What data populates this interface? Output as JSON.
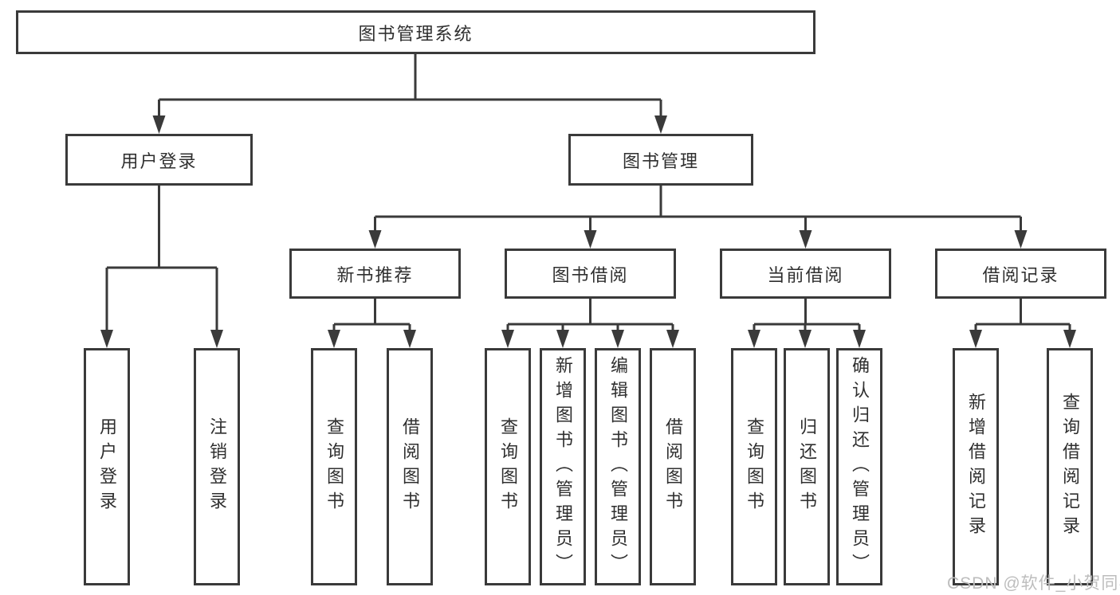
{
  "colors": {
    "line": "#3a3a3a",
    "border": "#3a3a3a",
    "text": "#2f2f2f",
    "background": "#ffffff",
    "watermark": "#bdbdbd"
  },
  "watermark": "CSDN @软件_小贺同学",
  "tree": {
    "label": "图书管理系统",
    "children": [
      {
        "label": "用户登录",
        "children": [
          {
            "label": "用户登录"
          },
          {
            "label": "注销登录"
          }
        ]
      },
      {
        "label": "图书管理",
        "children": [
          {
            "label": "新书推荐",
            "children": [
              {
                "label": "查询图书"
              },
              {
                "label": "借阅图书"
              }
            ]
          },
          {
            "label": "图书借阅",
            "children": [
              {
                "label": "查询图书"
              },
              {
                "label": "新增图书（管理员）"
              },
              {
                "label": "编辑图书（管理员）"
              },
              {
                "label": "借阅图书"
              }
            ]
          },
          {
            "label": "当前借阅",
            "children": [
              {
                "label": "查询图书"
              },
              {
                "label": "归还图书"
              },
              {
                "label": "确认归还（管理员）"
              }
            ]
          },
          {
            "label": "借阅记录",
            "children": [
              {
                "label": "新增借阅记录"
              },
              {
                "label": "查询借阅记录"
              }
            ]
          }
        ]
      }
    ]
  }
}
